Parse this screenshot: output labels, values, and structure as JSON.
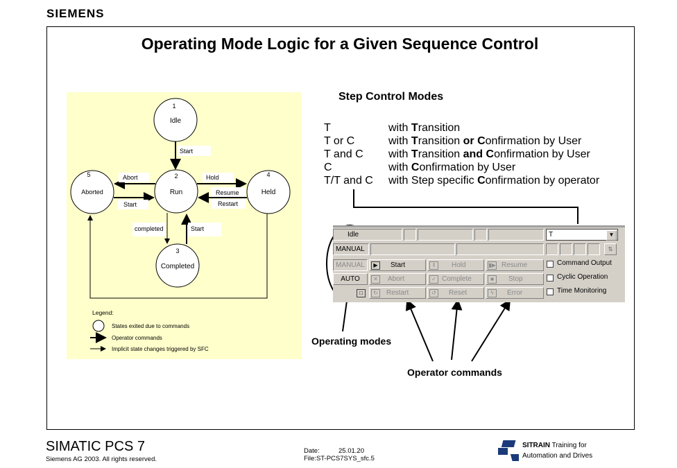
{
  "header": {
    "logo": "SIEMENS"
  },
  "title": "Operating Mode Logic for a Given Sequence Control",
  "state_diagram": {
    "states": [
      {
        "number": "1",
        "name": "Idle"
      },
      {
        "number": "2",
        "name": "Run"
      },
      {
        "number": "3",
        "name": "Completed"
      },
      {
        "number": "4",
        "name": "Held"
      },
      {
        "number": "5",
        "name": "Aborted"
      }
    ],
    "commands": {
      "start_top": "Start",
      "abort": "Abort",
      "hold": "Hold",
      "resume": "Resume",
      "restart": "Restart",
      "start_left": "Start",
      "completed": "completed",
      "start_bottom": "Start"
    },
    "legend": {
      "title": "Legend:",
      "items": [
        "States exited due to commands",
        "Operator commands",
        "Implicit state changes triggered by SFC"
      ]
    }
  },
  "step_control": {
    "title": "Step Control Modes",
    "modes": [
      {
        "abbr": "T",
        "desc": [
          [
            "with ",
            false
          ],
          [
            "T",
            true
          ],
          [
            "ransition",
            false
          ]
        ]
      },
      {
        "abbr": "T or C",
        "desc": [
          [
            "with ",
            false
          ],
          [
            "T",
            true
          ],
          [
            "ransition ",
            false
          ],
          [
            "or",
            true
          ],
          [
            " ",
            false
          ],
          [
            "C",
            true
          ],
          [
            "onfirmation by User",
            false
          ]
        ]
      },
      {
        "abbr": "T and C",
        "desc": [
          [
            "with ",
            false
          ],
          [
            "T",
            true
          ],
          [
            "ransition ",
            false
          ],
          [
            "and",
            true
          ],
          [
            " ",
            false
          ],
          [
            "C",
            true
          ],
          [
            "onfirmation by User",
            false
          ]
        ]
      },
      {
        "abbr": "C",
        "desc": [
          [
            "with ",
            false
          ],
          [
            "C",
            true
          ],
          [
            "onfirmation by User",
            false
          ]
        ]
      },
      {
        "abbr": "T/T and C",
        "desc": [
          [
            "with Step specific ",
            false
          ],
          [
            "C",
            true
          ],
          [
            "onfirmation by operator",
            false
          ]
        ]
      }
    ]
  },
  "faceplate": {
    "state_value": "Idle",
    "mode_value": "MANUAL",
    "mode_select_value": "T",
    "buttons": {
      "manual": "MANUAL",
      "auto": "AUTO",
      "start": "Start",
      "hold": "Hold",
      "resume": "Resume",
      "abort": "Abort",
      "complete": "Complete",
      "stop": "Stop",
      "restart": "Restart",
      "reset": "Reset",
      "error": "Error"
    },
    "options": {
      "command_output": "Command Output",
      "cyclic_operation": "Cyclic Operation",
      "time_monitoring": "Time Monitoring"
    }
  },
  "annotations": {
    "operating_modes": "Operating modes",
    "operator_commands": "Operator commands"
  },
  "footer": {
    "product": "SIMATIC PCS 7",
    "copyright": "Siemens AG 2003. All rights reserved.",
    "date_label": "Date:",
    "date_value": "25.01.20",
    "file": "File:ST-PCS7SYS_sfc.5",
    "brand": "SITRAIN",
    "brand_suffix": " Training for",
    "brand_line2": "Automation and Drives"
  }
}
